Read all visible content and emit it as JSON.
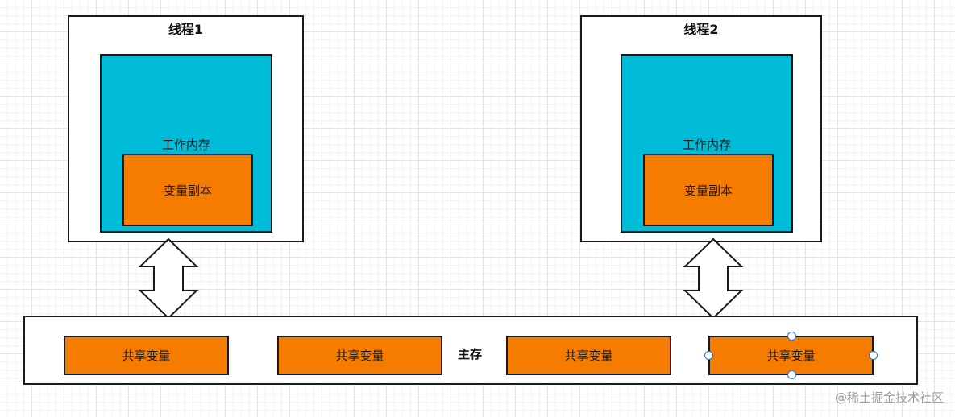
{
  "colors": {
    "work_memory": "#00BCD8",
    "variable_box": "#F57C00",
    "border": "#1A1A1A",
    "selection_handle": "#1A73E8"
  },
  "threads": [
    {
      "title": "线程1",
      "work_memory_label": "工作内存",
      "variable_copy_label": "变量副本"
    },
    {
      "title": "线程2",
      "work_memory_label": "工作内存",
      "variable_copy_label": "变量副本"
    }
  ],
  "main_memory": {
    "label": "主存",
    "shared_variables": [
      "共享变量",
      "共享变量",
      "共享变量",
      "共享变量"
    ]
  },
  "connectors": [
    {
      "icon": "double-headed-arrow-icon",
      "from": "线程1",
      "to": "主存"
    },
    {
      "icon": "double-headed-arrow-icon",
      "from": "线程2",
      "to": "主存"
    }
  ],
  "watermark": "@稀土掘金技术社区"
}
